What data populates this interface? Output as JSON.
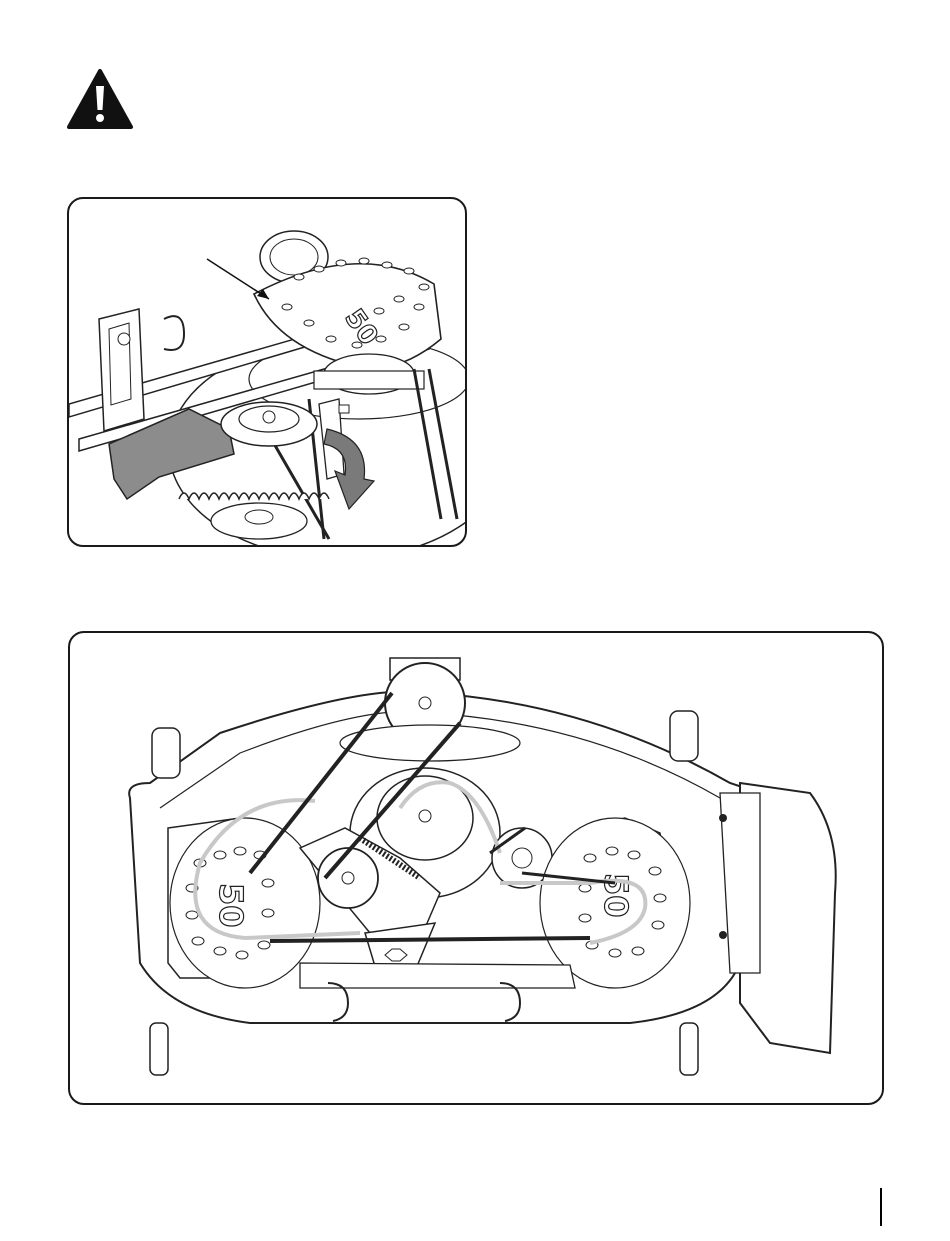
{
  "warning": {
    "icon": "warning-triangle-icon"
  },
  "figure_top": {
    "deck_marking": "50",
    "items": [
      "pointer-arrow",
      "idler-pulley",
      "tension-spring",
      "belt-keeper",
      "rotation-arrow"
    ]
  },
  "figure_bottom": {
    "left_marking": "50",
    "right_marking": "50"
  },
  "page": {
    "marker": "right-edge-rule"
  },
  "colors": {
    "ink": "#1a1a1a",
    "shade": "#8c8c8c",
    "belt_highlight": "#c8c8c8"
  }
}
